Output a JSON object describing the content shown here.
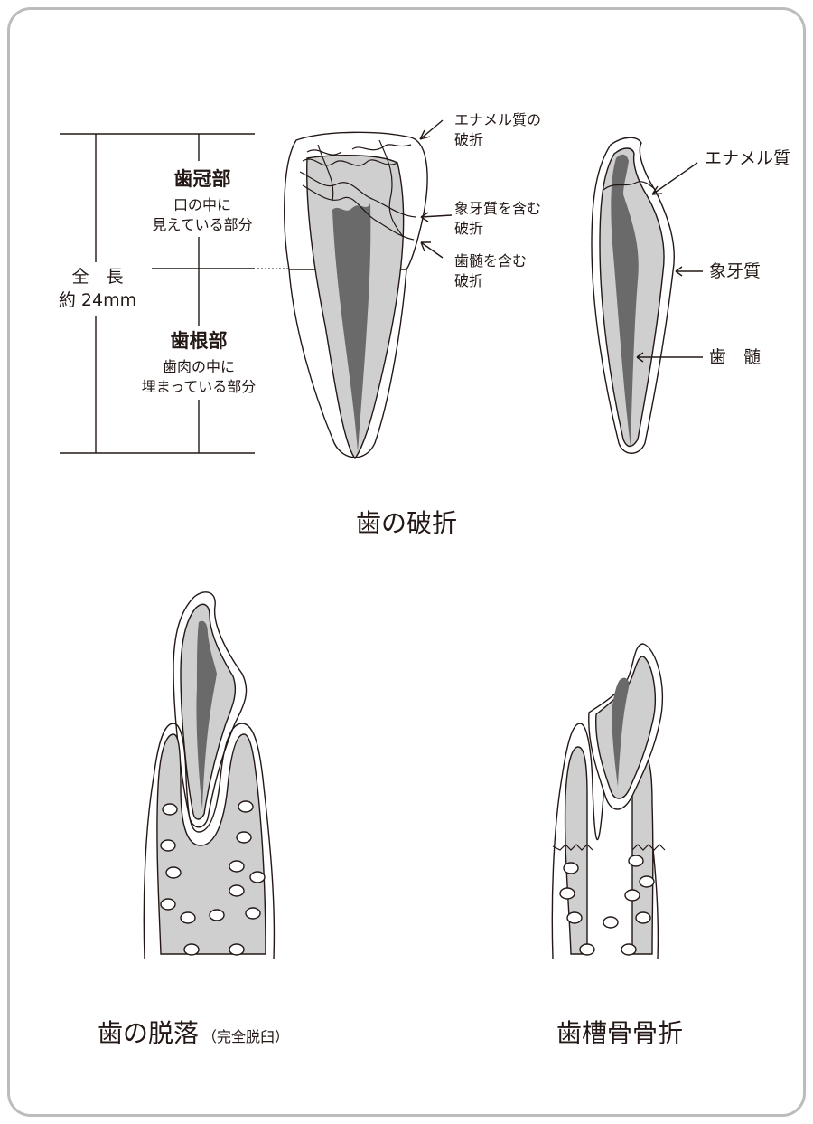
{
  "colors": {
    "outline": "#231815",
    "dentin": "#cfcfcf",
    "pulp": "#6a6a6a",
    "frame": "#bcbcbc"
  },
  "left_diagram": {
    "crown_label": "歯冠部",
    "crown_desc_1": "口の中に",
    "crown_desc_2": "見えている部分",
    "total_length_1": "全　長",
    "total_length_2": "約 24mm",
    "root_label": "歯根部",
    "root_desc_1": "歯肉の中に",
    "root_desc_2": "埋まっている部分"
  },
  "fracture_labels": {
    "enamel_1": "エナメル質の",
    "enamel_2": "破折",
    "dentin_1": "象牙質を含む",
    "dentin_2": "破折",
    "pulp_1": "歯髄を含む",
    "pulp_2": "破折"
  },
  "anatomy_labels": {
    "enamel": "エナメル質",
    "dentin": "象牙質",
    "pulp": "歯　髄"
  },
  "captions": {
    "fracture": "歯の破折",
    "avulsion_main": "歯の脱落",
    "avulsion_sub": "（完全脱臼）",
    "alveolar": "歯槽骨骨折"
  }
}
